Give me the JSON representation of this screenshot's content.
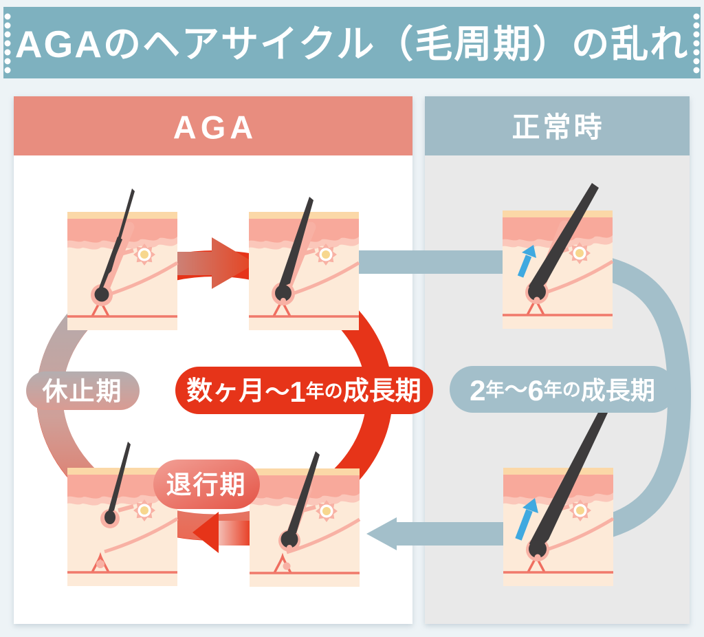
{
  "title": "AGAのヘアサイクル（毛周期）の乱れ",
  "panels": {
    "aga": {
      "label": "AGA"
    },
    "normal": {
      "label": "正常時"
    }
  },
  "pills": {
    "rest": "休止期",
    "regress": "退行期",
    "aga_growth": {
      "part1": "数ヶ月",
      "part2": "～",
      "part3": "1",
      "part4": "年の",
      "part5": "成長期"
    },
    "normal_growth": {
      "part1": "2",
      "part2": "年",
      "part3": "～",
      "part4": "6",
      "part5": "年の",
      "part6": "成長期"
    }
  },
  "colors": {
    "page_background": "#edf3f6",
    "title_bar": "#7eb1bf",
    "aga_header": "#e88d7f",
    "normal_header": "#a0bbc6",
    "aga_panel": "#ffffff",
    "normal_panel": "#e9e9e9",
    "cycle_red": "#e63419",
    "cycle_bluegray": "#a3bfca",
    "rest_gray": "#b3aeb0",
    "growth_arrow_blue": "#3fa9e0",
    "skin_tone": "#fdead8",
    "skin_band_pink": "#f8a99b",
    "hair_dark": "#3d3b3c"
  },
  "icons": {
    "skin_block": "skin-cross-section",
    "hair": "hair-strand-icon",
    "gland": "sebaceous-gland-icon",
    "bulb": "follicle-bulb-icon",
    "growth_arrow": "up-arrow-icon"
  }
}
